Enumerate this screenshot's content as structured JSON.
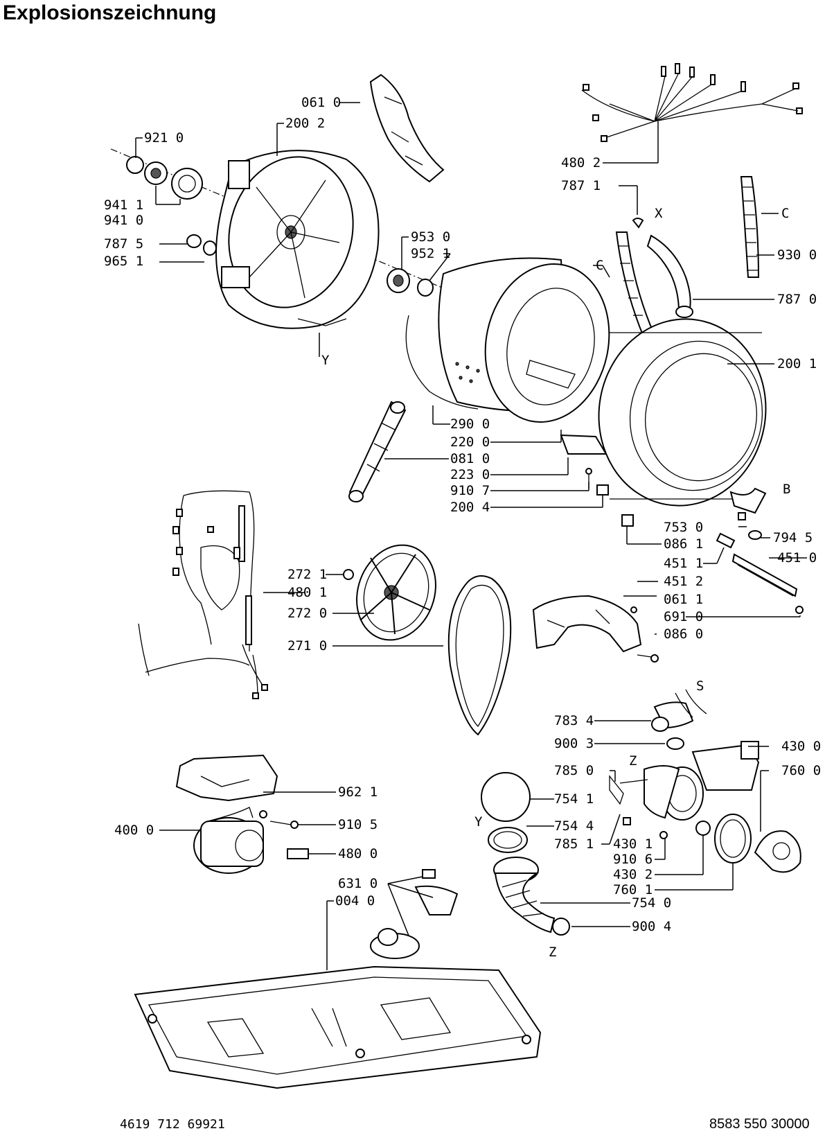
{
  "title": "Explosionszeichnung",
  "labels": [
    {
      "id": "061-0",
      "text": "061 0"
    },
    {
      "id": "200-2",
      "text": "200 2"
    },
    {
      "id": "921-0",
      "text": "921 0"
    },
    {
      "id": "941-1",
      "text": "941 1"
    },
    {
      "id": "941-0",
      "text": "941 0"
    },
    {
      "id": "787-5",
      "text": "787 5"
    },
    {
      "id": "965-1",
      "text": "965 1"
    },
    {
      "id": "953-0",
      "text": "953 0"
    },
    {
      "id": "952-1",
      "text": "952 1"
    },
    {
      "id": "480-2",
      "text": "480 2"
    },
    {
      "id": "787-1",
      "text": "787 1"
    },
    {
      "id": "930-0",
      "text": "930 0"
    },
    {
      "id": "787-0",
      "text": "787 0"
    },
    {
      "id": "200-1",
      "text": "200 1"
    },
    {
      "id": "290-0",
      "text": "290 0"
    },
    {
      "id": "220-0",
      "text": "220 0"
    },
    {
      "id": "081-0",
      "text": "081 0"
    },
    {
      "id": "223-0",
      "text": "223 0"
    },
    {
      "id": "910-7",
      "text": "910 7"
    },
    {
      "id": "200-4",
      "text": "200 4"
    },
    {
      "id": "753-0",
      "text": "753 0"
    },
    {
      "id": "086-1",
      "text": "086 1"
    },
    {
      "id": "794-5",
      "text": "794 5"
    },
    {
      "id": "451-1",
      "text": "451 1"
    },
    {
      "id": "451-0",
      "text": "451 0"
    },
    {
      "id": "451-2",
      "text": "451 2"
    },
    {
      "id": "061-1",
      "text": "061 1"
    },
    {
      "id": "691-0",
      "text": "691 0"
    },
    {
      "id": "086-0",
      "text": "086 0"
    },
    {
      "id": "272-1",
      "text": "272 1"
    },
    {
      "id": "480-1",
      "text": "480 1"
    },
    {
      "id": "272-0",
      "text": "272 0"
    },
    {
      "id": "271-0",
      "text": "271 0"
    },
    {
      "id": "783-4",
      "text": "783 4"
    },
    {
      "id": "900-3",
      "text": "900 3"
    },
    {
      "id": "430-0",
      "text": "430 0"
    },
    {
      "id": "785-0",
      "text": "785 0"
    },
    {
      "id": "760-0",
      "text": "760 0"
    },
    {
      "id": "754-1",
      "text": "754 1"
    },
    {
      "id": "754-4",
      "text": "754 4"
    },
    {
      "id": "785-1",
      "text": "785 1"
    },
    {
      "id": "430-1",
      "text": "430 1"
    },
    {
      "id": "910-6",
      "text": "910 6"
    },
    {
      "id": "430-2",
      "text": "430 2"
    },
    {
      "id": "760-1",
      "text": "760 1"
    },
    {
      "id": "754-0",
      "text": "754 0"
    },
    {
      "id": "900-4",
      "text": "900 4"
    },
    {
      "id": "962-1",
      "text": "962 1"
    },
    {
      "id": "400-0",
      "text": "400 0"
    },
    {
      "id": "910-5",
      "text": "910 5"
    },
    {
      "id": "480-0",
      "text": "480 0"
    },
    {
      "id": "631-0",
      "text": "631 0"
    },
    {
      "id": "004-0",
      "text": "004 0"
    }
  ],
  "markers": {
    "y_top": "Y",
    "x": "X",
    "c_left": "C",
    "c_right": "C",
    "b": "B",
    "s": "S",
    "z_top": "Z",
    "y_mid": "Y",
    "z_bottom": "Z"
  },
  "footer": {
    "left_code": "4619 712 69921",
    "right_code": "8583 550 30000"
  }
}
